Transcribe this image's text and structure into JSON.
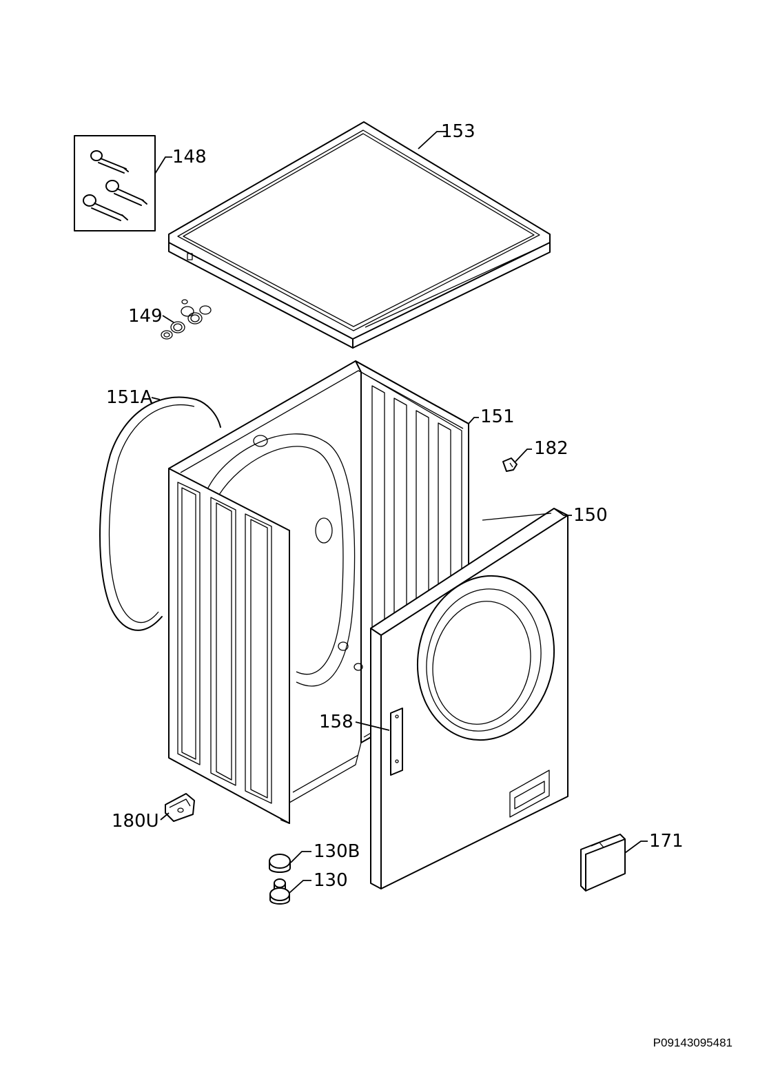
{
  "labels": {
    "p153": "153",
    "p148": "148",
    "p149": "149",
    "p151A": "151A",
    "p151": "151",
    "p182": "182",
    "p150": "150",
    "p158": "158",
    "p180U": "180U",
    "p130B": "130B",
    "p130": "130",
    "p171": "171"
  },
  "footer": {
    "reference": "P09143095481"
  }
}
